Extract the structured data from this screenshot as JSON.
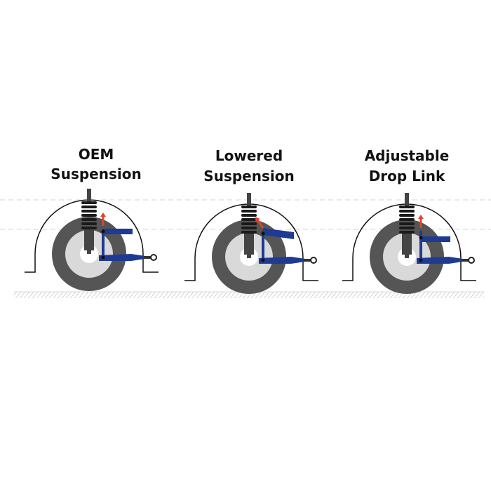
{
  "panels": [
    {
      "id": "oem",
      "title_line1": "OEM",
      "title_line2": "Suspension",
      "variant": "oem"
    },
    {
      "id": "lowered",
      "title_line1": "Lowered",
      "title_line2": "Suspension",
      "variant": "lowered"
    },
    {
      "id": "adjustable",
      "title_line1": "Adjustable",
      "title_line2": "Drop Link",
      "variant": "adjustable"
    }
  ],
  "colors": {
    "tire": "#555555",
    "rim": "#d9d9d9",
    "link": "#1f3a93",
    "arrow": "#e0442c",
    "spring": "#1a1a1a",
    "guide": "#cfcfcf"
  }
}
